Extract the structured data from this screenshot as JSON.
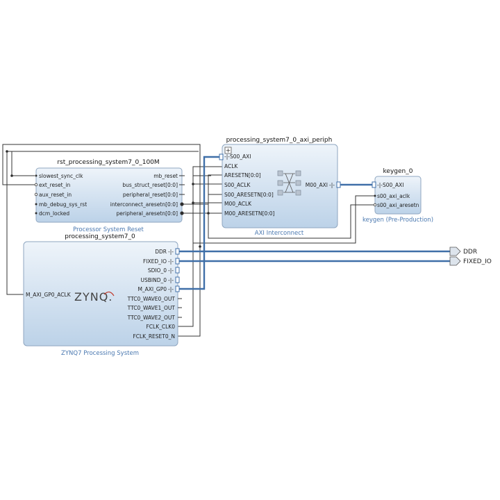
{
  "blocks": {
    "rst": {
      "name": "rst_processing_system7_0_100M",
      "subtitle": "Processor System Reset",
      "left_ports": [
        "slowest_sync_clk",
        "ext_reset_in",
        "aux_reset_in",
        "mb_debug_sys_rst",
        "dcm_locked"
      ],
      "right_ports": [
        "mb_reset",
        "bus_struct_reset[0:0]",
        "peripheral_reset[0:0]",
        "interconnect_aresetn[0:0]",
        "peripheral_aresetn[0:0]"
      ]
    },
    "axi": {
      "name": "processing_system7_0_axi_periph",
      "subtitle": "AXI Interconnect",
      "left_ports": [
        "S00_AXI",
        "ACLK",
        "ARESETN[0:0]",
        "S00_ACLK",
        "S00_ARESETN[0:0]",
        "M00_ACLK",
        "M00_ARESETN[0:0]"
      ],
      "right_ports": [
        "M00_AXI"
      ],
      "expand_symbol": "+"
    },
    "keygen": {
      "name": "keygen_0",
      "subtitle": "keygen (Pre-Production)",
      "left_ports": [
        "S00_AXI",
        "s00_axi_aclk",
        "s00_axi_aresetn"
      ]
    },
    "ps7": {
      "name": "processing_system7_0",
      "subtitle": "ZYNQ7 Processing System",
      "logo": "ZYNQ.",
      "left_ports": [
        "M_AXI_GP0_ACLK"
      ],
      "right_ports": [
        "DDR",
        "FIXED_IO",
        "SDIO_0",
        "USBIND_0",
        "M_AXI_GP0",
        "TTC0_WAVE0_OUT",
        "TTC0_WAVE1_OUT",
        "TTC0_WAVE2_OUT",
        "FCLK_CLK0",
        "FCLK_RESET0_N"
      ]
    }
  },
  "external_ports": [
    "DDR",
    "FIXED_IO"
  ],
  "colors": {
    "block_top": "#eef4fa",
    "block_bottom": "#bcd2e8",
    "bus": "#3f6fa8",
    "wire": "#333333",
    "subtitle": "#4a78b0"
  }
}
